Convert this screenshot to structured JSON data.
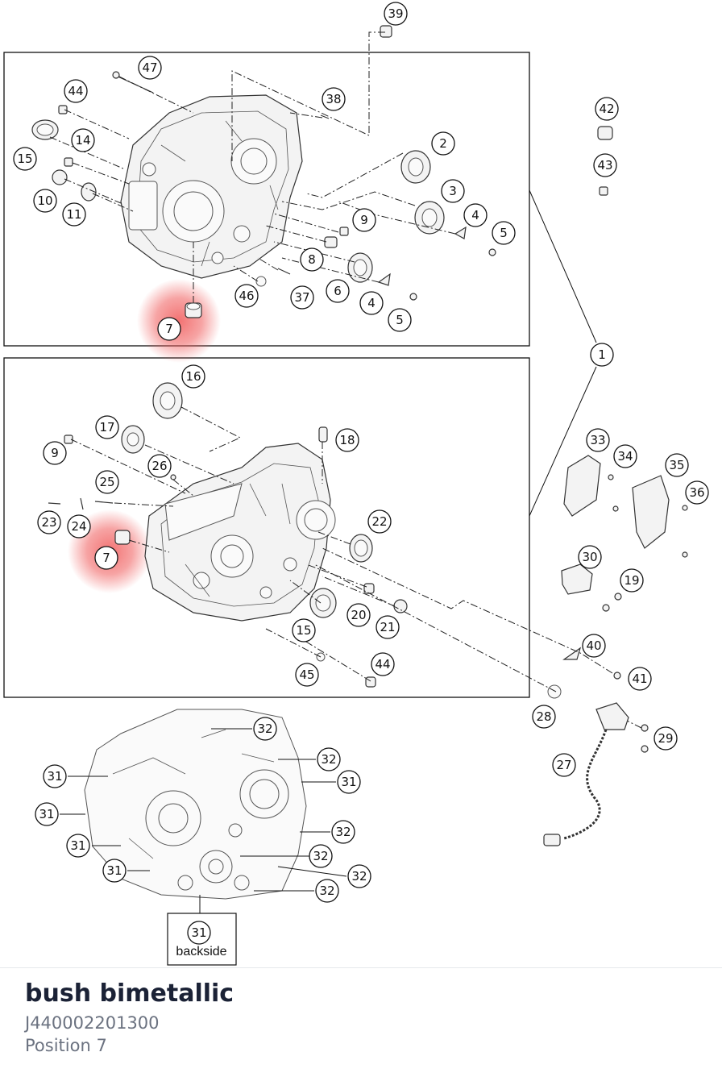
{
  "diagram": {
    "highlighted_callout": "7",
    "highlight_color": "#f05a5a",
    "backside_box": {
      "number": "31",
      "label": "backside"
    },
    "callouts": {
      "c39": "39",
      "c47": "47",
      "c44a": "44",
      "c38": "38",
      "c42": "42",
      "c43": "43",
      "c2": "2",
      "c3": "3",
      "c4a": "4",
      "c5a": "5",
      "c15a": "15",
      "c14": "14",
      "c10": "10",
      "c11": "11",
      "c9a": "9",
      "c8": "8",
      "c6": "6",
      "c4b": "4",
      "c5b": "5",
      "c46": "46",
      "c37": "37",
      "c7a": "7",
      "c1": "1",
      "c16": "16",
      "c17": "17",
      "c18": "18",
      "c9b": "9",
      "c26": "26",
      "c25": "25",
      "c23": "23",
      "c24": "24",
      "c22": "22",
      "c7b": "7",
      "c15b": "15",
      "c20": "20",
      "c21": "21",
      "c45": "45",
      "c44b": "44",
      "c33": "33",
      "c34": "34",
      "c35": "35",
      "c36": "36",
      "c30": "30",
      "c19": "19",
      "c40": "40",
      "c41": "41",
      "c28": "28",
      "c29": "29",
      "c27": "27",
      "c32a": "32",
      "c32b": "32",
      "c31a": "31",
      "c31b": "31",
      "c31c": "31",
      "c32c": "32",
      "c31d": "31",
      "c31e": "31",
      "c32d": "32",
      "c32e": "32",
      "c32f": "32"
    }
  },
  "part": {
    "name": "bush bimetallic",
    "number": "J440002201300",
    "position": "Position 7"
  }
}
